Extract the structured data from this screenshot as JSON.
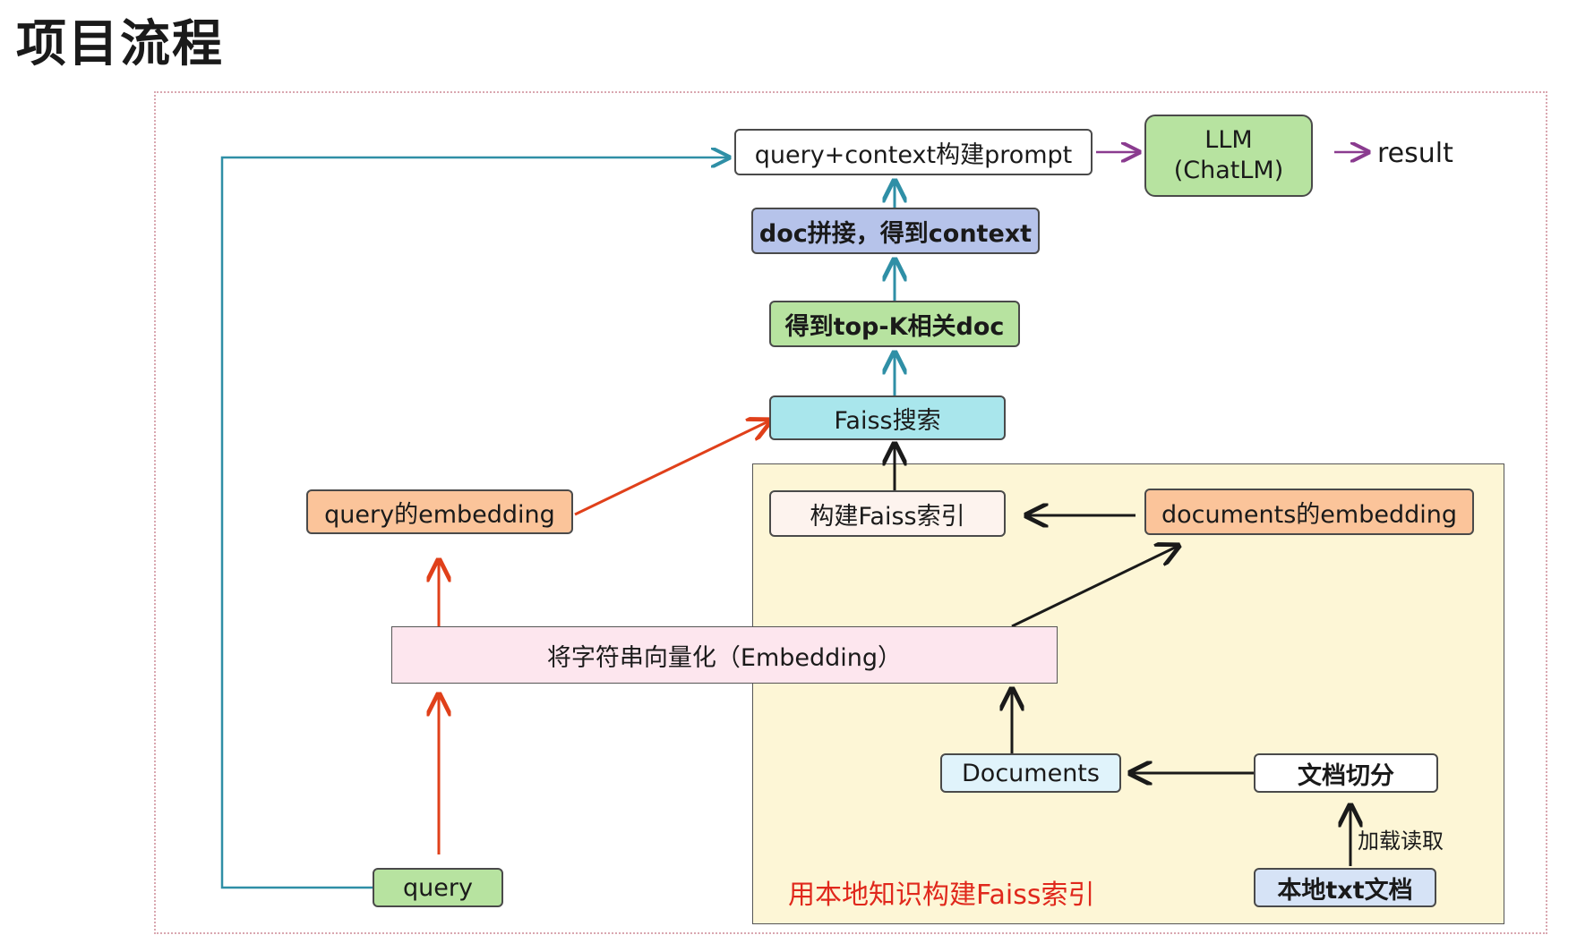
{
  "title": "项目流程",
  "region_label": "用本地知识构建Faiss索引",
  "nodes": {
    "prompt": "query+context构建prompt",
    "llm_line1": "LLM",
    "llm_line2": "(ChatLM)",
    "concat": "doc拼接，得到context",
    "topk": "得到top-K相关doc",
    "faiss_search": "Faiss搜索",
    "build_index": "构建Faiss索引",
    "query_embedding": "query的embedding",
    "docs_embedding": "documents的embedding",
    "embedding": "将字符串向量化（Embedding）",
    "documents": "Documents",
    "split": "文档切分",
    "local_txt": "本地txt文档",
    "query": "query"
  },
  "labels": {
    "result": "result",
    "load_read": "加载读取"
  },
  "colors": {
    "teal_arrow": "#2f8fa6",
    "orange_arrow": "#e0401a",
    "purple_arrow": "#8a3b8f",
    "black_arrow": "#1a1a1a",
    "region_bg": "#fdf6d6"
  }
}
